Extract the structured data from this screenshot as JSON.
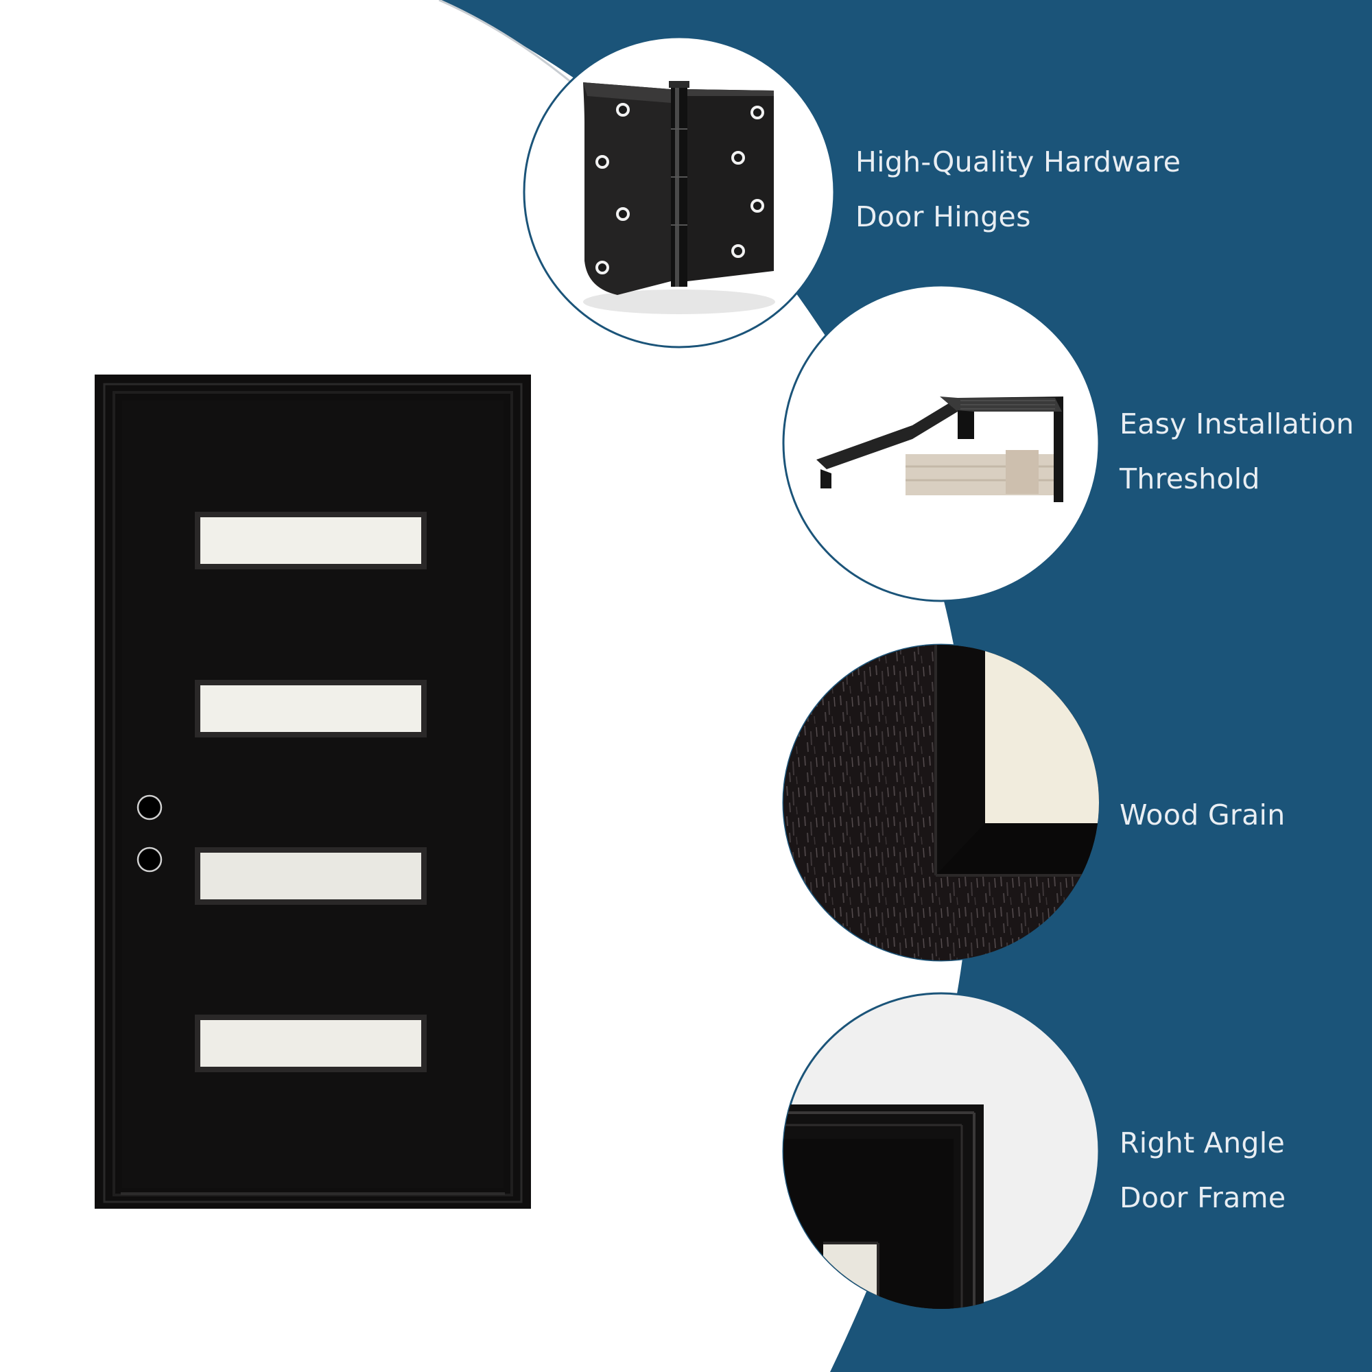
{
  "colors": {
    "panel_blue": "#1b5479",
    "door_black": "#0f0e0e",
    "glass_white": "#f1f0ea",
    "label_text": "#e9eef3"
  },
  "door": {
    "glass_panels": 4,
    "lock_holes": 2
  },
  "features": [
    {
      "icon": "door-hinge-icon",
      "lines": [
        "High-Quality Hardware",
        "Door Hinges"
      ]
    },
    {
      "icon": "threshold-icon",
      "lines": [
        "Easy Installation",
        "Threshold"
      ]
    },
    {
      "icon": "wood-grain-icon",
      "lines": [
        "Wood Grain"
      ]
    },
    {
      "icon": "door-frame-corner-icon",
      "lines": [
        "Right Angle",
        "Door Frame"
      ]
    }
  ]
}
